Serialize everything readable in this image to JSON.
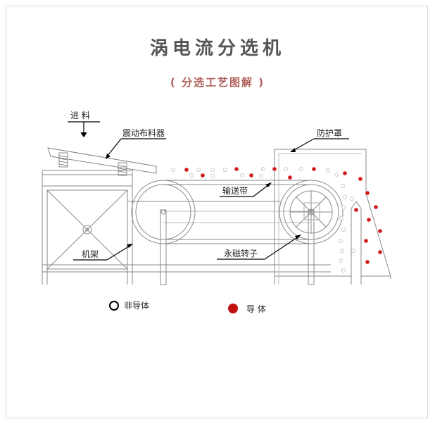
{
  "title": "涡电流分选机",
  "subtitle": "( 分选工艺图解 )",
  "labels": {
    "feed": "进 料",
    "vibrating_feeder": "震动布料器",
    "protective_cover": "防护罩",
    "conveyor_belt": "输送带",
    "frame": "机架",
    "magnetic_rotor": "永磁转子"
  },
  "legend": {
    "non_conductor": "非导体",
    "conductor": "导 体"
  },
  "colors": {
    "title": "#555555",
    "subtitle": "#b0605a",
    "conductor": "#d01818",
    "non_conductor": "#c8c8c8",
    "line": "#8a8a8a",
    "label_line": "#000000"
  }
}
